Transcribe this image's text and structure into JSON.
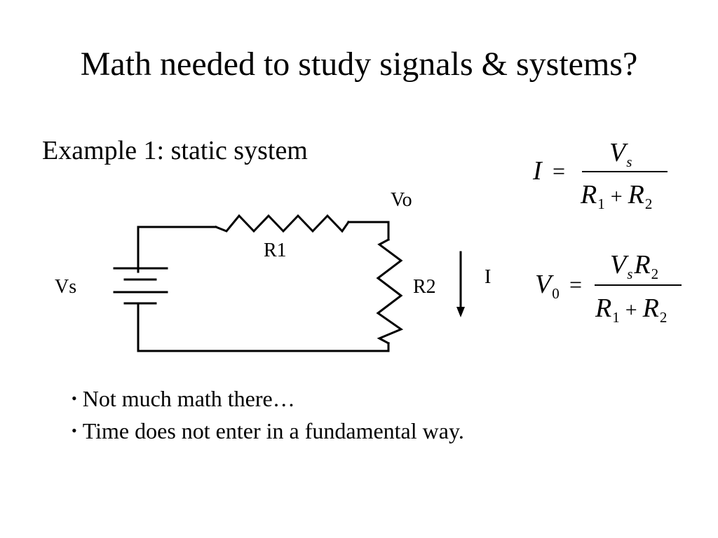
{
  "slide": {
    "title": "Math needed to study signals & systems?",
    "subtitle": "Example 1: static system"
  },
  "circuit": {
    "labels": {
      "vo": "Vo",
      "r1": "R1",
      "r2": "R2",
      "vs": "Vs",
      "current": "I"
    }
  },
  "equations": {
    "current": {
      "lhs": "I",
      "equals": "=",
      "numerator_main": "V",
      "numerator_sub": "s",
      "denominator_r1": "R",
      "denominator_r1_sub": "1",
      "plus": "+",
      "denominator_r2": "R",
      "denominator_r2_sub": "2"
    },
    "voltage": {
      "lhs": "V",
      "lhs_sub": "0",
      "equals": "=",
      "numerator_v": "V",
      "numerator_v_sub": "s",
      "numerator_r": "R",
      "numerator_r_sub": "2",
      "denominator_r1": "R",
      "denominator_r1_sub": "1",
      "plus": "+",
      "denominator_r2": "R",
      "denominator_r2_sub": "2"
    }
  },
  "bullets": [
    "Not much math there…",
    "Time does not enter in a fundamental way."
  ]
}
